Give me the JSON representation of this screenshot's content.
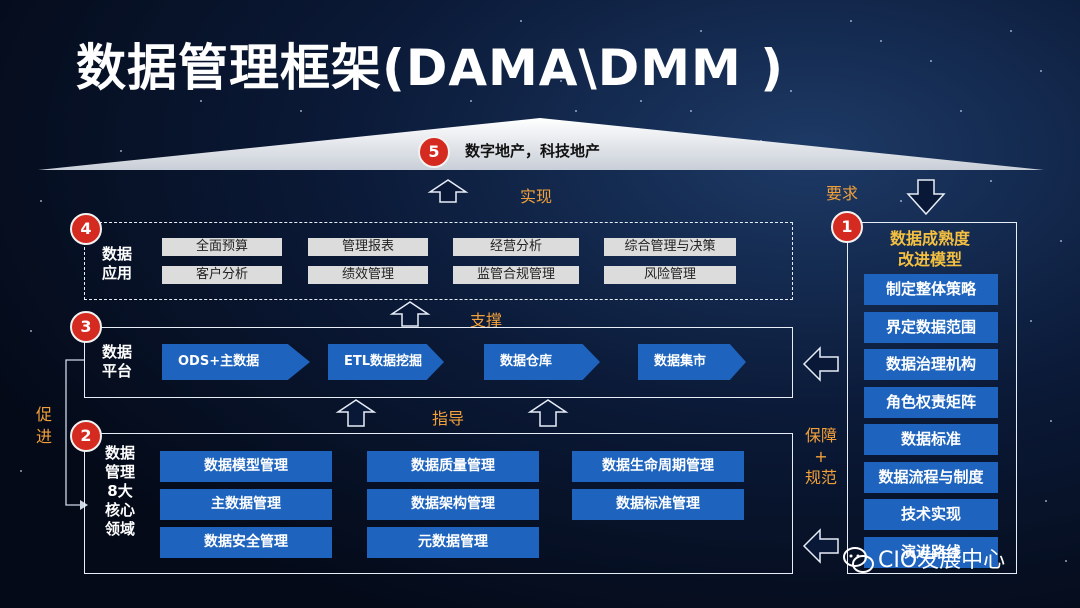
{
  "title": "数据管理框架(DAMA\\DMM )",
  "roof": {
    "number": "5",
    "text": "数字地产，科技地产"
  },
  "flow_labels": {
    "realize": "实现",
    "require": "要求",
    "support": "支撑",
    "guide": "指导",
    "promote": "促进",
    "guarantee": "保障\n+\n规范"
  },
  "layer4": {
    "number": "4",
    "label": "数据\n应用",
    "items": [
      "全面预算",
      "管理报表",
      "经营分析",
      "综合管理与决策",
      "客户分析",
      "绩效管理",
      "监管合规管理",
      "风险管理"
    ]
  },
  "layer3": {
    "number": "3",
    "label": "数据\n平台",
    "items": [
      "ODS+主数据",
      "ETL数据挖掘",
      "数据仓库",
      "数据集市"
    ]
  },
  "layer2": {
    "number": "2",
    "label": "数据\n管理\n8大\n核心\n领域",
    "items": [
      "数据模型管理",
      "数据质量管理",
      "数据生命周期管理",
      "主数据管理",
      "数据架构管理",
      "数据标准管理",
      "数据安全管理",
      "元数据管理"
    ]
  },
  "layer1": {
    "number": "1",
    "title": "数据成熟度\n改进模型",
    "items": [
      "制定整体策略",
      "界定数据范围",
      "数据治理机构",
      "角色权责矩阵",
      "数据标准",
      "数据流程与制度",
      "技术实现",
      "演进路线"
    ]
  },
  "watermark": "CIO发展中心",
  "colors": {
    "badge": "#d42a20",
    "blue_box": "#1e64be",
    "orange_label": "#f2a03a",
    "yellow_title": "#f5c040",
    "grey_box": "#dcdcdc"
  }
}
